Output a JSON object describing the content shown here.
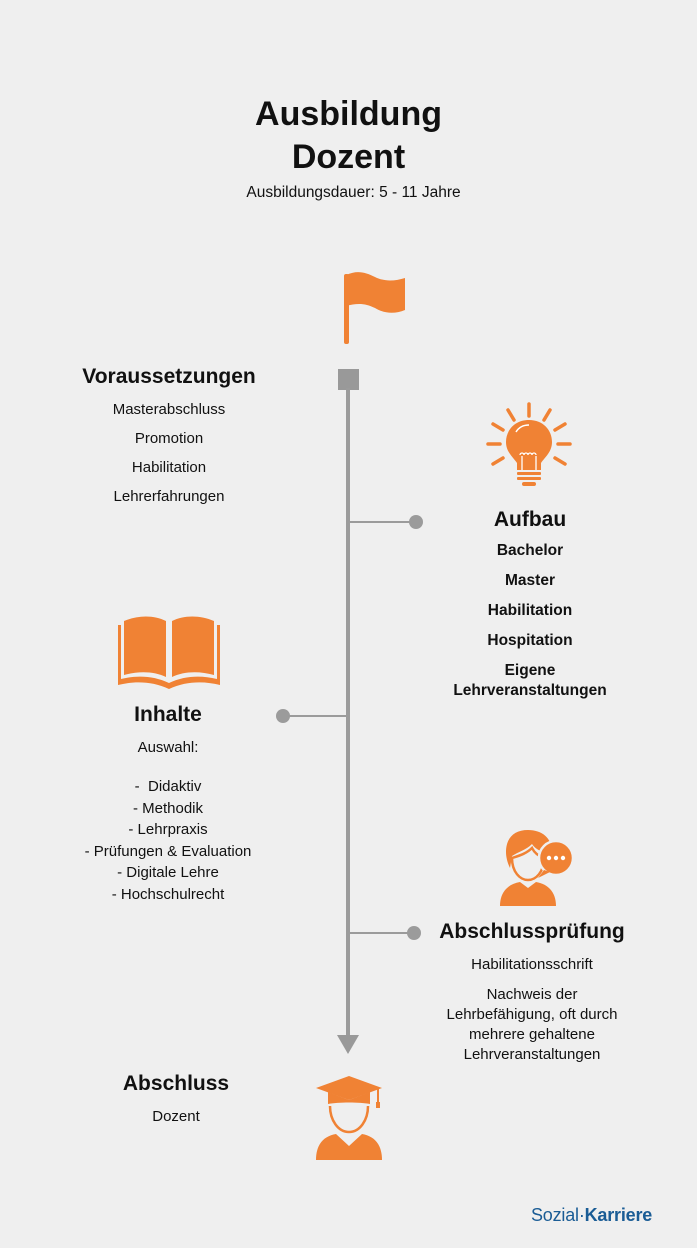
{
  "header": {
    "title_line1": "Ausbildung",
    "title_line2": "Dozent",
    "subtitle": "Ausbildungsdauer: 5 - 11 Jahre"
  },
  "colors": {
    "accent": "#f08234",
    "timeline": "#9b9b9b",
    "background": "#efefef",
    "logo": "#1a5c95"
  },
  "sections": {
    "voraussetzungen": {
      "heading": "Voraussetzungen",
      "icon": "flag-icon",
      "items": [
        "Masterabschluss",
        "Promotion",
        "Habilitation",
        "Lehrerfahrungen"
      ]
    },
    "aufbau": {
      "heading": "Aufbau",
      "icon": "lightbulb-icon",
      "items": [
        "Bachelor",
        "Master",
        "Habilitation",
        "Hospitation",
        "Eigene",
        "Lehrveranstaltungen"
      ]
    },
    "inhalte": {
      "heading": "Inhalte",
      "icon": "open-book-icon",
      "intro": "Auswahl:",
      "items": [
        "-  Didaktiv",
        "- Methodik",
        "- Lehrpraxis",
        "- Prüfungen & Evaluation",
        "- Digitale Lehre",
        "- Hochschulrecht"
      ]
    },
    "abschlusspruefung": {
      "heading": "Abschlussprüfung",
      "icon": "person-speech-bubble-icon",
      "items": [
        "Habilitationsschrift"
      ],
      "note_lines": [
        "Nachweis der",
        "Lehrbefähigung, oft durch",
        "mehrere gehaltene",
        "Lehrveranstaltungen"
      ]
    },
    "abschluss": {
      "heading": "Abschluss",
      "icon": "graduate-icon",
      "items": [
        "Dozent"
      ]
    }
  },
  "footer": {
    "logo_part1": "Sozial·",
    "logo_part2": "Karriere"
  }
}
